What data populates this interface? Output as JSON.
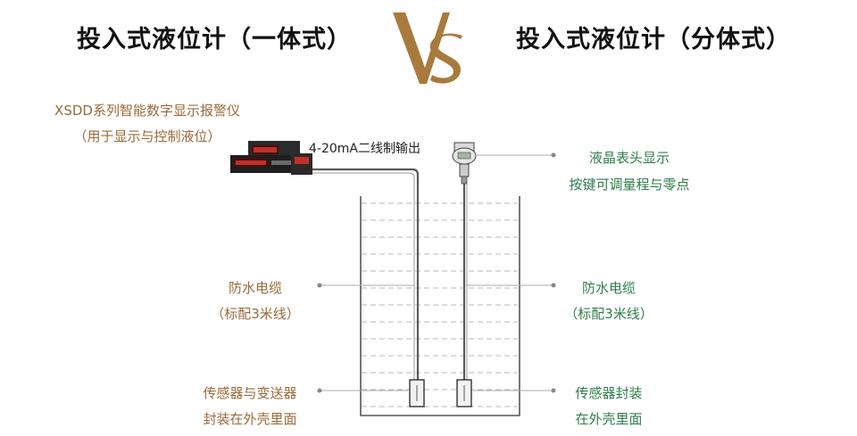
{
  "header": {
    "left_title": "投入式液位计（一体式）",
    "right_title": "投入式液位计（分体式）",
    "vs_mark": "VS"
  },
  "left": {
    "instrument_label_1": "XSDD系列智能数字显示报警仪",
    "instrument_label_2": "（用于显示与控制液位）",
    "output_label": "4-20mA二线制输出",
    "cable_label_1": "防水电缆",
    "cable_label_2": "（标配3米线）",
    "sensor_label_1": "传感器与变送器",
    "sensor_label_2": "封装在外壳里面"
  },
  "right": {
    "display_label_1": "液晶表头显示",
    "display_label_2": "按键可调量程与零点",
    "cable_label_1": "防水电缆",
    "cable_label_2": "（标配3米线）",
    "sensor_label_1": "传感器封装",
    "sensor_label_2": "在外壳里面"
  },
  "colors": {
    "left_text": "#9a6a3a",
    "right_text": "#2f7d4a",
    "vs_gold": "#a87a3c"
  }
}
